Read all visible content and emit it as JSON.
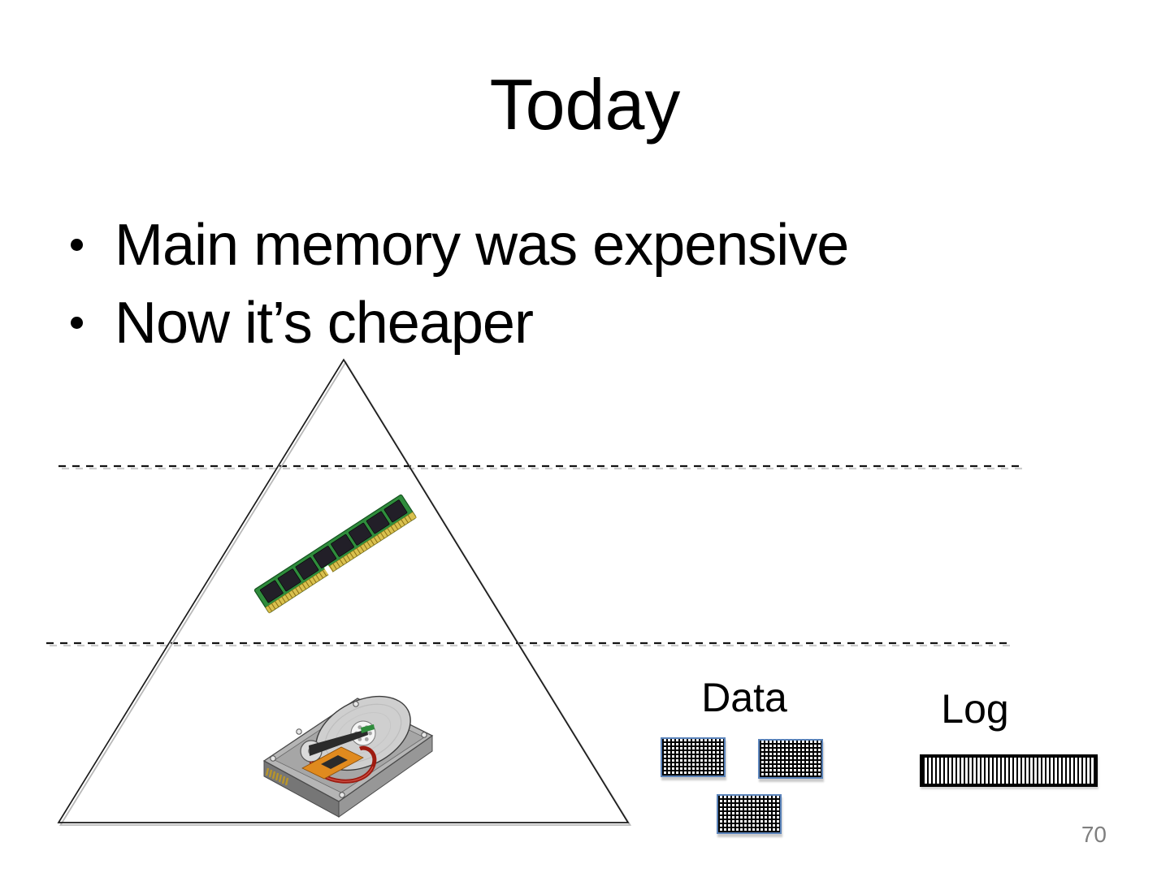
{
  "slide": {
    "title": "Today",
    "bullets": [
      "Main memory was expensive",
      "Now it’s cheaper"
    ],
    "page_number": "70"
  },
  "diagram": {
    "data_label": "Data",
    "log_label": "Log",
    "icons": {
      "pyramid": "memory-hierarchy-pyramid",
      "ram": "ram-module-icon",
      "hdd": "hard-disk-icon",
      "data_boxes": "crosshatch-page-box",
      "log_box": "striped-log-box"
    },
    "colors": {
      "background": "#ffffff",
      "text_color": "#000000",
      "triangle_stroke": "#1a1a1a",
      "shadow_color": "#bdbdbd",
      "data_box_border": "#5b84bb",
      "hatch_color": "#000000",
      "stripe_color": "#000000",
      "page_number_color": "#7f7f7f"
    }
  }
}
